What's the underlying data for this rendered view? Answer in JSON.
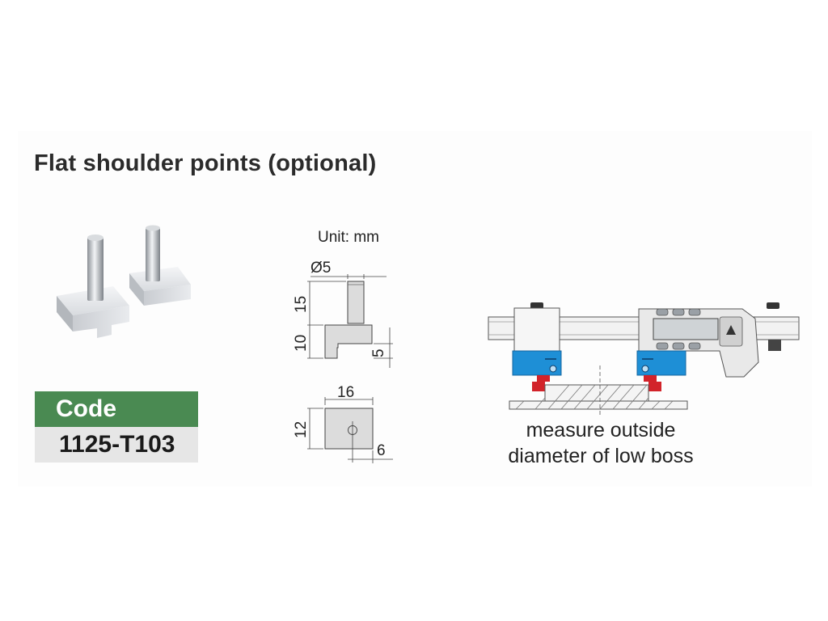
{
  "title": "Flat shoulder points (optional)",
  "code_table": {
    "header": "Code",
    "value": "1125-T103"
  },
  "drawing": {
    "unit_label": "Unit: mm",
    "dim_diameter": "Ø5",
    "dim_pin_height": "15",
    "dim_base_height": "10",
    "dim_step": "5",
    "dim_width": "16",
    "dim_depth": "12",
    "dim_offset": "6"
  },
  "illustration": {
    "caption_line1": "measure outside",
    "caption_line2": "diameter of low boss"
  },
  "colors": {
    "code_header_bg": "#4a8a52",
    "code_value_bg": "#e6e6e6",
    "jaw_blue": "#1e8fd6",
    "tip_red": "#d2232a"
  }
}
